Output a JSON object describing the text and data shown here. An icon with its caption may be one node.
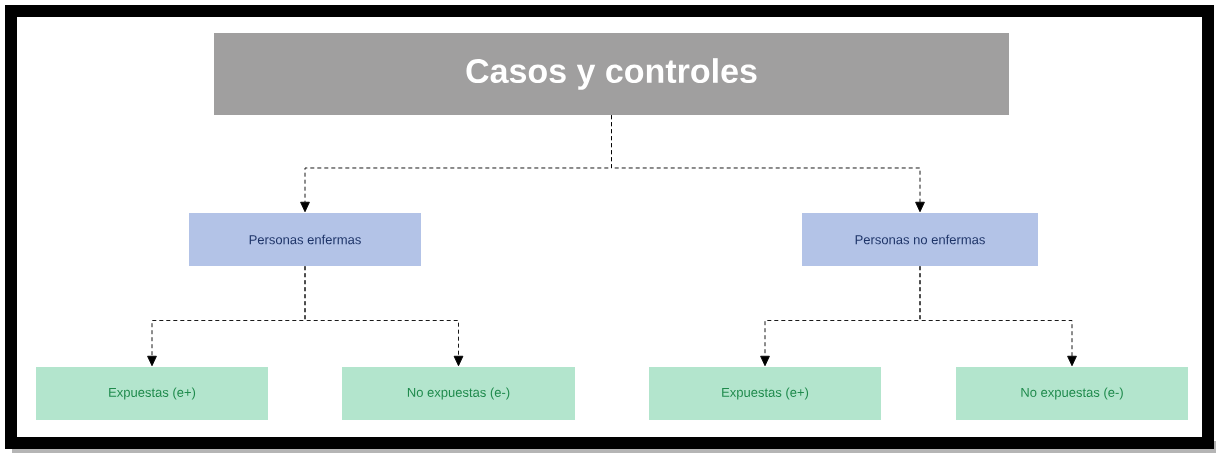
{
  "diagram": {
    "title": "Casos y controles",
    "nodes": [
      {
        "text": [
          "Personas enfermas"
        ]
      },
      {
        "text": [
          "Personas no enfermas"
        ]
      },
      {
        "text": [
          "Expuestas (e+)"
        ]
      },
      {
        "text": [
          "No expuestas (e-)"
        ]
      },
      {
        "text": [
          "Expuestas (e+)"
        ]
      },
      {
        "text": [
          "No expuestas (e-)"
        ]
      }
    ],
    "edges": [
      {
        "from": null,
        "to": 0,
        "arrow": "to",
        "style": "dashed"
      },
      {
        "from": null,
        "to": 1,
        "arrow": "to",
        "style": "dashed"
      },
      {
        "from": 0,
        "to": 2,
        "arrow": "to",
        "style": "dashed"
      },
      {
        "from": 0,
        "to": 3,
        "arrow": "to",
        "style": "dashed"
      },
      {
        "from": 1,
        "to": 4,
        "arrow": "to",
        "style": "dashed"
      },
      {
        "from": 1,
        "to": 5,
        "arrow": "to",
        "style": "dashed"
      }
    ]
  }
}
